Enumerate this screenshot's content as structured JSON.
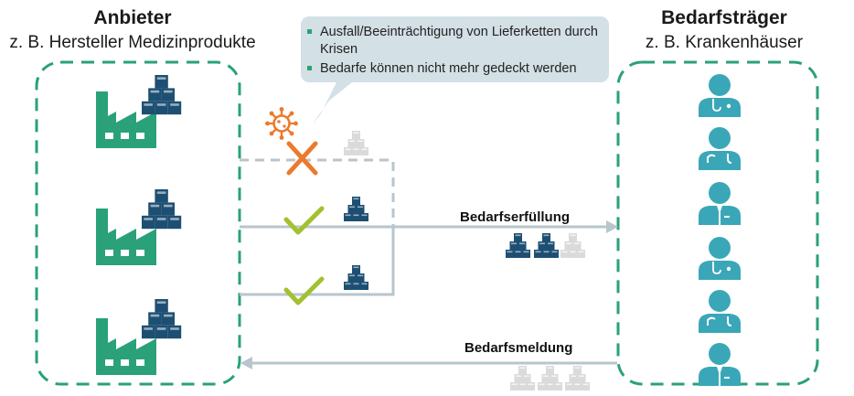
{
  "provider": {
    "title": "Anbieter",
    "subtitle": "z. B. Hersteller Medizinprodukte"
  },
  "demand": {
    "title": "Bedarfsträger",
    "subtitle": "z. B. Krankenhäuser"
  },
  "callout": {
    "items": [
      "Ausfall/Beeinträchtigung von Lieferketten durch Krisen",
      "Bedarfe können nicht mehr gedeckt werden"
    ]
  },
  "flows": {
    "fulfilment": "Bedarfserfüllung",
    "report": "Bedarfsmeldung"
  },
  "colors": {
    "green": "#2aa178",
    "navy": "#1d4f73",
    "teal": "#3aa7b8",
    "gray_line": "#b7c5ce",
    "check": "#a2c12f",
    "cross": "#ec7a2d",
    "virus": "#ec7a2d",
    "ghost": "#dadada",
    "callout_bg": "#d3e0e6"
  },
  "icons": {
    "factory": "factory-icon",
    "boxes": "box-stack-icon",
    "person": "healthcare-person-icon",
    "virus": "virus-icon",
    "check": "checkmark-icon",
    "cross": "cross-icon"
  }
}
